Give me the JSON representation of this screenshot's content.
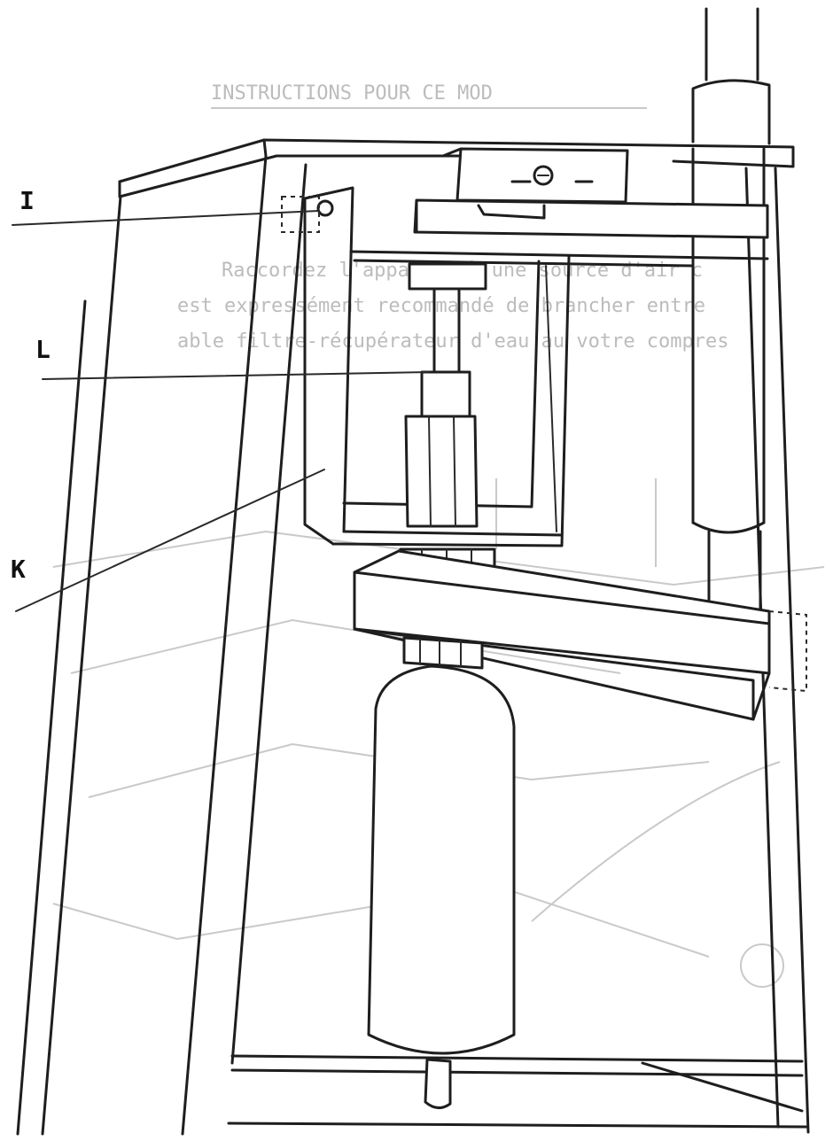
{
  "bleed_through": {
    "heading": "INSTRUCTIONS POUR CE MOD",
    "line_1": "Raccordez l'appareil à une source d'air c",
    "line_2": "est expressément recommandé de brancher entre",
    "line_3": "able filtre-récupérateur d'eau au votre compres"
  },
  "callouts": {
    "i": "I",
    "l": "L",
    "k": "K"
  },
  "colors": {
    "ink": "#1e1e1e",
    "paper": "#ffffff",
    "bleed": "#bcbcbc"
  }
}
